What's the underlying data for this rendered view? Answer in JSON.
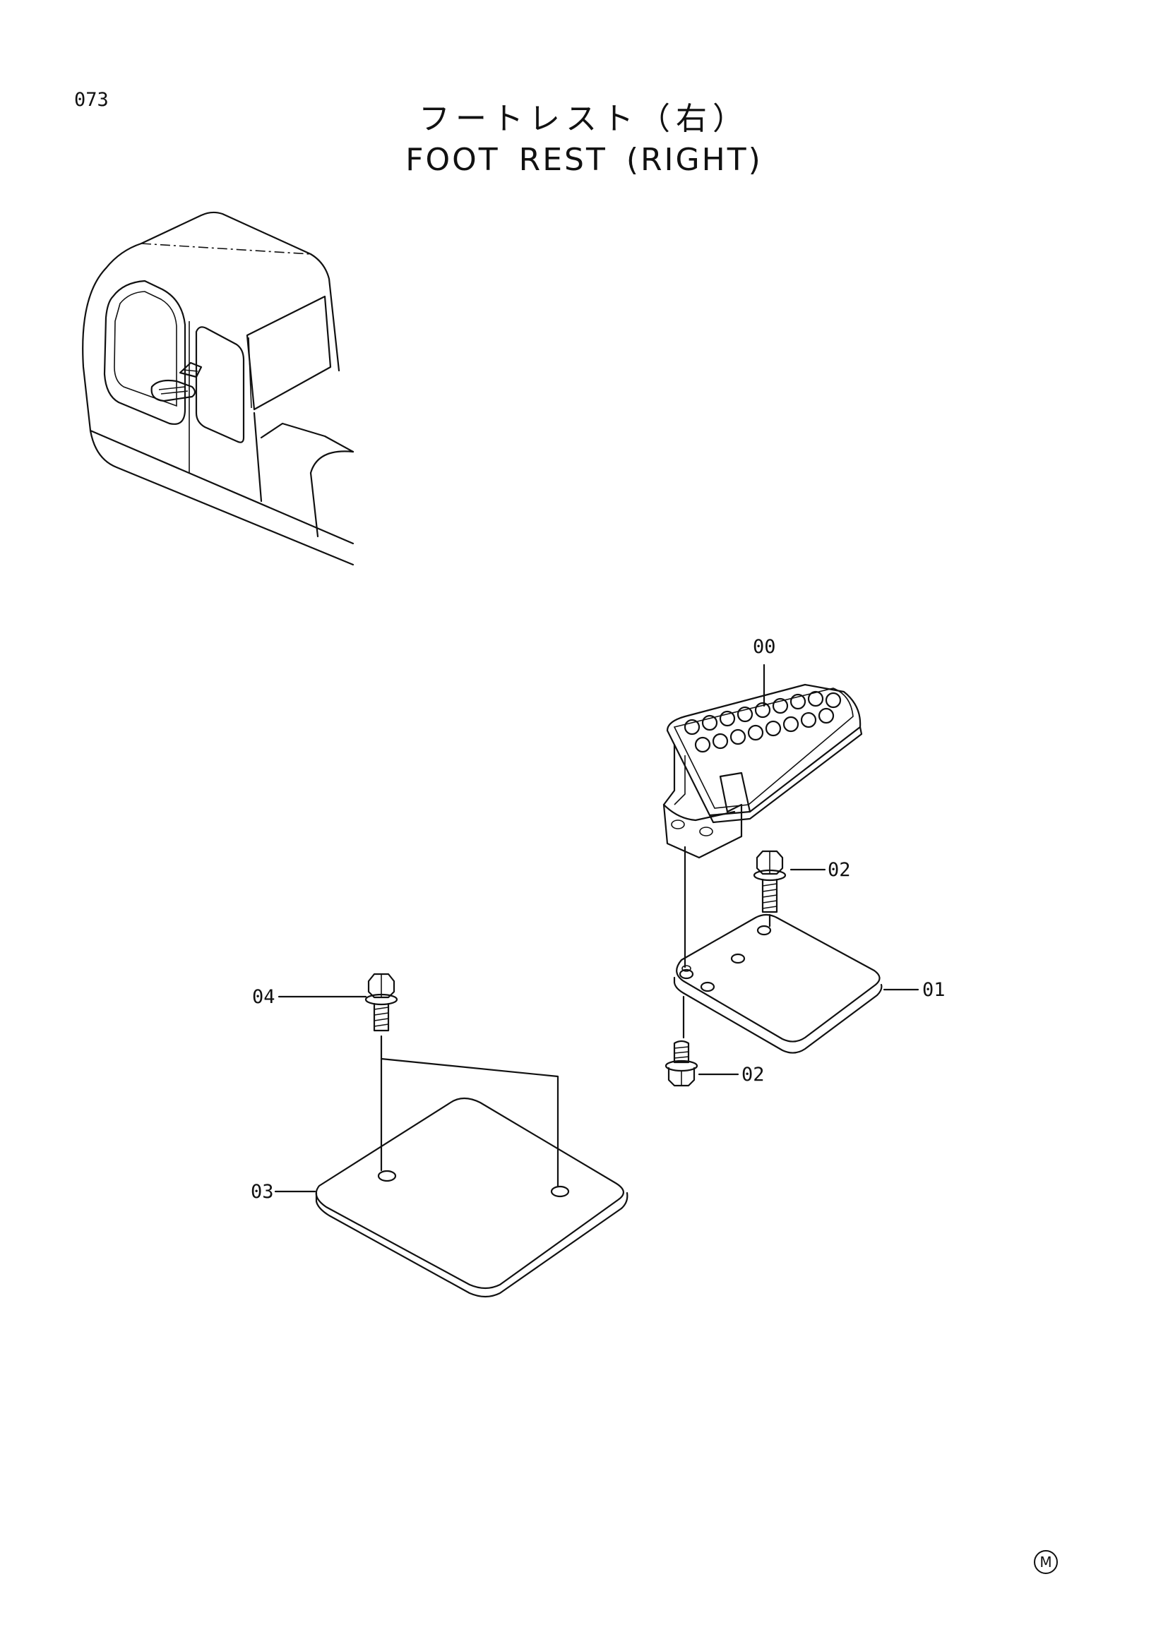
{
  "page": {
    "number": "073",
    "title_jp": "フートレスト（右）",
    "title_en": "FOOT REST (RIGHT)"
  },
  "callouts": {
    "c00": "00",
    "c01": "01",
    "c02a": "02",
    "c02b": "02",
    "c03": "03",
    "c04": "04"
  },
  "footer": {
    "maker_mark": "M"
  }
}
